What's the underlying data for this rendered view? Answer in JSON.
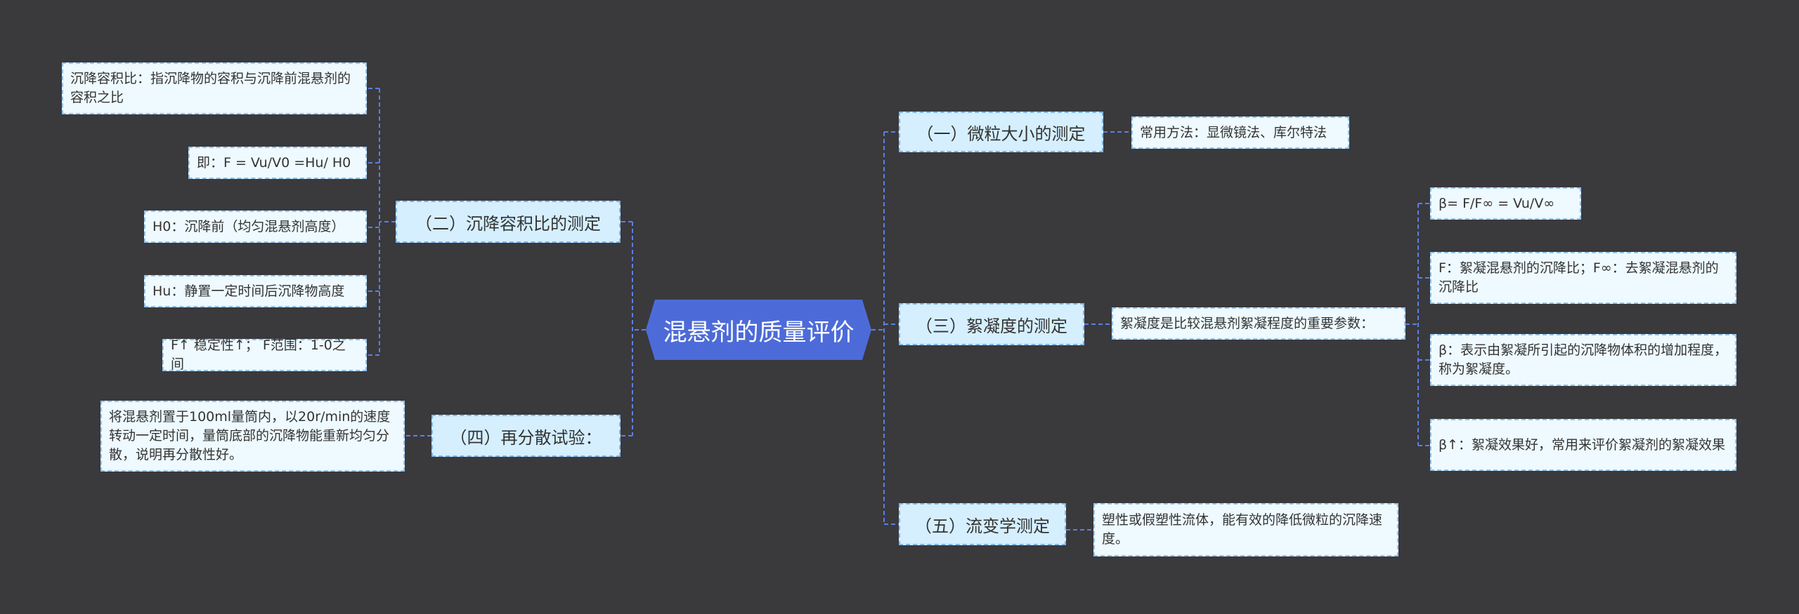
{
  "title": "混悬剂的质量评价",
  "colors": {
    "background": "#3a393c",
    "center_fill": "#4d6bd8",
    "branch_fill": "#d5efff",
    "leaf_fill": "#eefaff",
    "connector": "#5b7fe6"
  },
  "branches": {
    "b1": {
      "label": "（一）微粒大小的测定",
      "children": [
        "常用方法：显微镜法、库尔特法"
      ]
    },
    "b2": {
      "label": "（二）沉降容积比的测定",
      "children": [
        "沉降容积比：指沉降物的容积与沉降前混悬剂的容积之比",
        "即：F = Vu/V0 =Hu/ H0",
        "H0：沉降前（均匀混悬剂高度）",
        "Hu：静置一定时间后沉降物高度",
        "F↑ 稳定性↑； F范围：1-0之间"
      ]
    },
    "b3": {
      "label": "（三）絮凝度的测定",
      "children": [
        "絮凝度是比较混悬剂絮凝程度的重要参数："
      ],
      "sub_children": [
        "β= F/F∞ = Vu/V∞",
        "F：絮凝混悬剂的沉降比；F∞：去絮凝混悬剂的沉降比",
        "β：表示由絮凝所引起的沉降物体积的增加程度，称为絮凝度。",
        "β↑：絮凝效果好，常用来评价絮凝剂的絮凝效果"
      ]
    },
    "b4": {
      "label": "（四）再分散试验：",
      "children": [
        "将混悬剂置于100ml量筒内，以20r/min的速度转动一定时间，量筒底部的沉降物能重新均匀分散，说明再分散性好。"
      ]
    },
    "b5": {
      "label": "（五）流变学测定",
      "children": [
        "塑性或假塑性流体，能有效的降低微粒的沉降速度。"
      ]
    }
  }
}
